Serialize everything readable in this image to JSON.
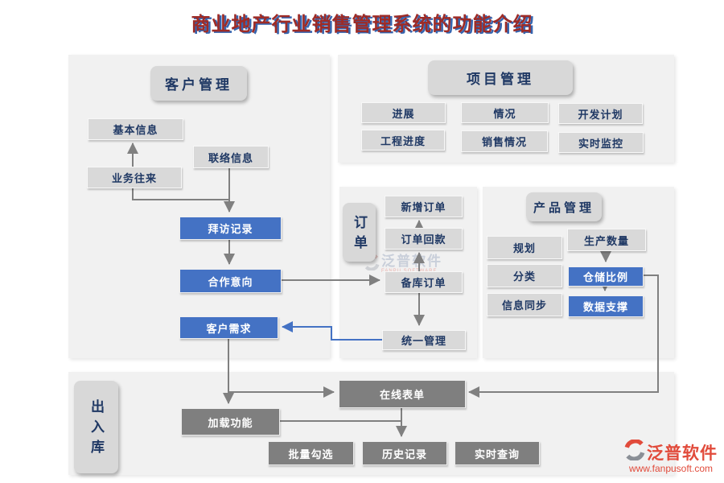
{
  "title": "商业地产行业销售管理系统的功能介绍",
  "headers": {
    "customer": "客户管理",
    "project": "项目管理",
    "order": "订单",
    "product": "产品管理",
    "warehouse": "出入库"
  },
  "nodes": {
    "basic_info": "基本信息",
    "contact_info": "联络信息",
    "business_dealings": "业务往来",
    "visit_record": "拜访记录",
    "cooperation_intent": "合作意向",
    "customer_demand": "客户需求",
    "progress": "进展",
    "situation": "情况",
    "dev_plan": "开发计划",
    "project_schedule": "工程进度",
    "sales_situation": "销售情况",
    "realtime_monitor": "实时监控",
    "new_order": "新增订单",
    "order_payment": "订单回款",
    "stock_order": "备库订单",
    "unified_mgmt": "统一管理",
    "planning": "规划",
    "classification": "分类",
    "info_sync": "信息同步",
    "production_qty": "生产数量",
    "storage_ratio": "仓储比例",
    "data_support": "数据支撑",
    "online_form": "在线表单",
    "load_function": "加载功能",
    "batch_select": "批量勾选",
    "history_record": "历史记录",
    "realtime_query": "实时查询"
  },
  "watermark": {
    "brand": "泛普软件",
    "url": "www.fanpusoft.com",
    "faint_brand": "泛普软件",
    "faint_sub": "FANPU SOFTWARE"
  },
  "colors": {
    "accent_blue": "#4472c4",
    "node_gray": "#d9d9d9",
    "node_dark": "#7f7f7f",
    "text_navy": "#1f3864",
    "title_red": "#9e2b26",
    "title_shadow_blue": "#3565b0",
    "brand_red": "#e14b3b",
    "connector_gray": "#808080",
    "panel_bg": "#f1f1f1"
  }
}
